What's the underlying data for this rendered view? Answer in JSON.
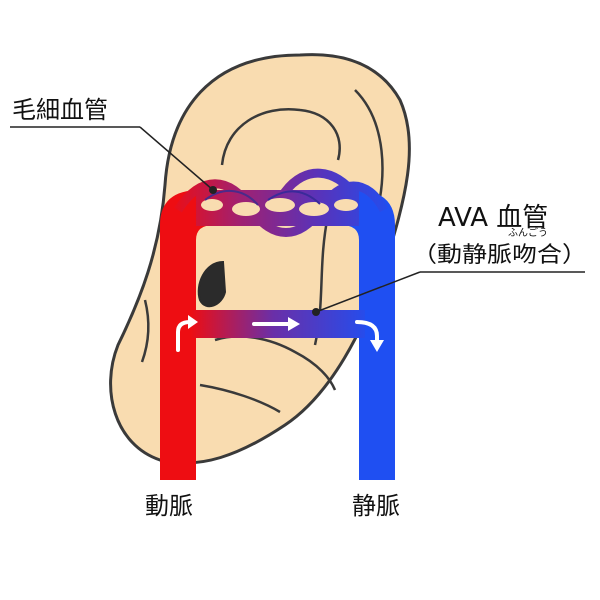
{
  "labels": {
    "capillary": "毛細血管",
    "ava_line1": "AVA 血管",
    "ava_line2": "（動静脈吻合）",
    "ruby": "ふんごう",
    "artery": "動脈",
    "vein": "静脈"
  },
  "colors": {
    "artery": "#ee0d12",
    "vein": "#1f4ff2",
    "mix": "#6a2fa8",
    "ear_fill": "#f9dcb0",
    "ear_outline": "#3a3a3a",
    "white_arrow": "#ffffff"
  }
}
